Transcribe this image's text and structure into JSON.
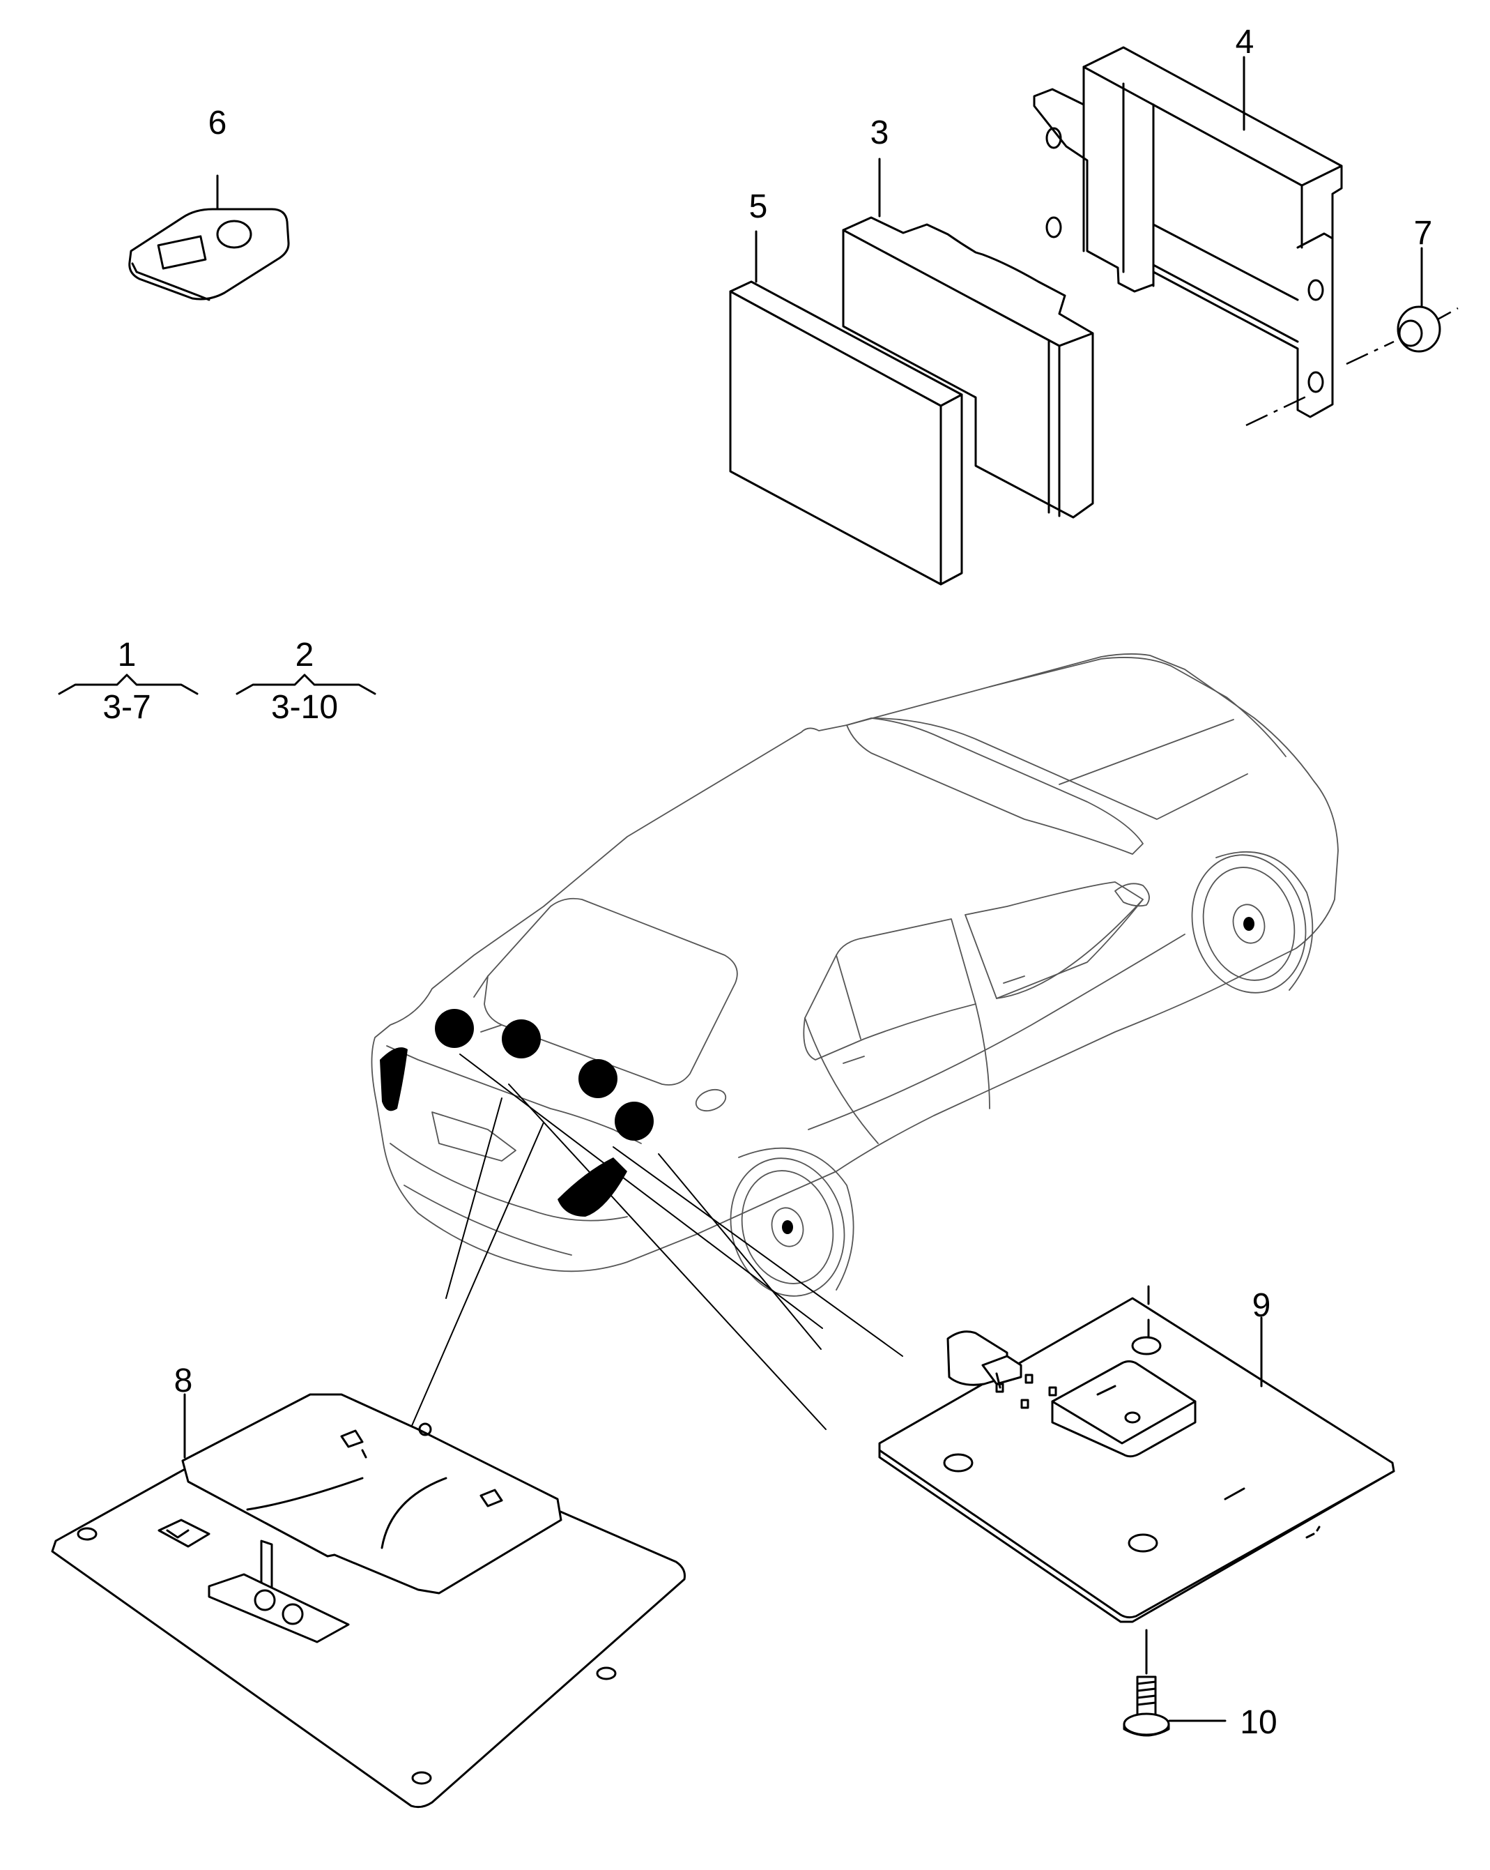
{
  "diagram": {
    "colors": {
      "line": "#000000",
      "background": "#ffffff",
      "car_outline": "#555555"
    },
    "callouts": [
      {
        "id": "1",
        "label": "1",
        "sub": "3-7"
      },
      {
        "id": "2",
        "label": "2",
        "sub": "3-10"
      },
      {
        "id": "3",
        "label": "3"
      },
      {
        "id": "4",
        "label": "4"
      },
      {
        "id": "5",
        "label": "5"
      },
      {
        "id": "6",
        "label": "6"
      },
      {
        "id": "7",
        "label": "7"
      },
      {
        "id": "8",
        "label": "8"
      },
      {
        "id": "9",
        "label": "9"
      },
      {
        "id": "10",
        "label": "10"
      }
    ],
    "parts": [
      {
        "id": "key-fob",
        "callout": "6"
      },
      {
        "id": "control-unit",
        "callout": "3"
      },
      {
        "id": "mounting-bracket",
        "callout": "4"
      },
      {
        "id": "cover-pad",
        "callout": "5"
      },
      {
        "id": "grommet-nut",
        "callout": "7"
      },
      {
        "id": "antenna-plate-left",
        "callout": "8"
      },
      {
        "id": "antenna-plate-right",
        "callout": "9"
      },
      {
        "id": "screw",
        "callout": "10"
      }
    ],
    "vehicle_markers": 4
  }
}
